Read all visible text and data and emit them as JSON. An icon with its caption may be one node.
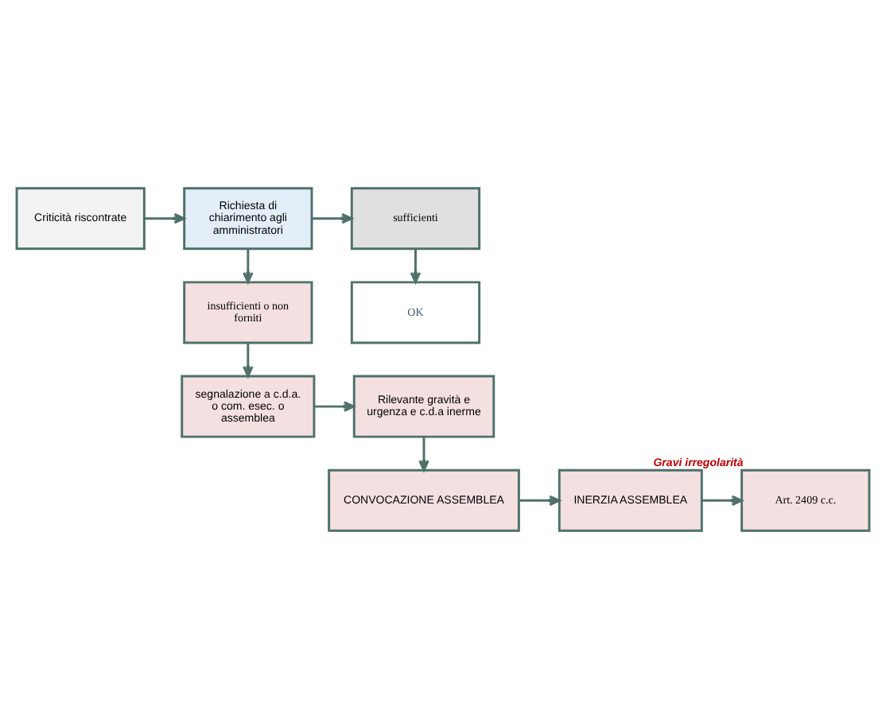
{
  "diagram": {
    "nodes": [
      {
        "text": [
          "Criticità riscontrate"
        ]
      },
      {
        "text": [
          "Richiesta di chiarimento agli amministratori"
        ]
      },
      {
        "text": [
          "sufficienti"
        ]
      },
      {
        "text": [
          "OK"
        ]
      },
      {
        "text": [
          "insufficienti o non forniti"
        ]
      },
      {
        "text": [
          "segnalazione a c.d.a. o com. esec. o assemblea"
        ]
      },
      {
        "text": [
          "Rilevante gravità e urgenza e c.d.a inerme"
        ]
      },
      {
        "text": [
          "CONVOCAZIONE ASSEMBLEA"
        ]
      },
      {
        "text": [
          "INERZIA ASSEMBLEA"
        ]
      },
      {
        "text": [
          "Art. 2409 c.c."
        ],
        "beside": [
          "Gravi irregolarità"
        ]
      }
    ],
    "edges": [
      {
        "from": 0,
        "to": 1,
        "arrow": "to"
      },
      {
        "from": 1,
        "to": 2,
        "arrow": "to"
      },
      {
        "from": 2,
        "to": 3,
        "arrow": "to"
      },
      {
        "from": 1,
        "to": 4,
        "arrow": "to"
      },
      {
        "from": 4,
        "to": 5,
        "arrow": "to"
      },
      {
        "from": 5,
        "to": 6,
        "arrow": "to"
      },
      {
        "from": 6,
        "to": 7,
        "arrow": "to"
      },
      {
        "from": 7,
        "to": 8,
        "arrow": "to"
      },
      {
        "from": 8,
        "to": 9,
        "arrow": "to"
      }
    ]
  }
}
